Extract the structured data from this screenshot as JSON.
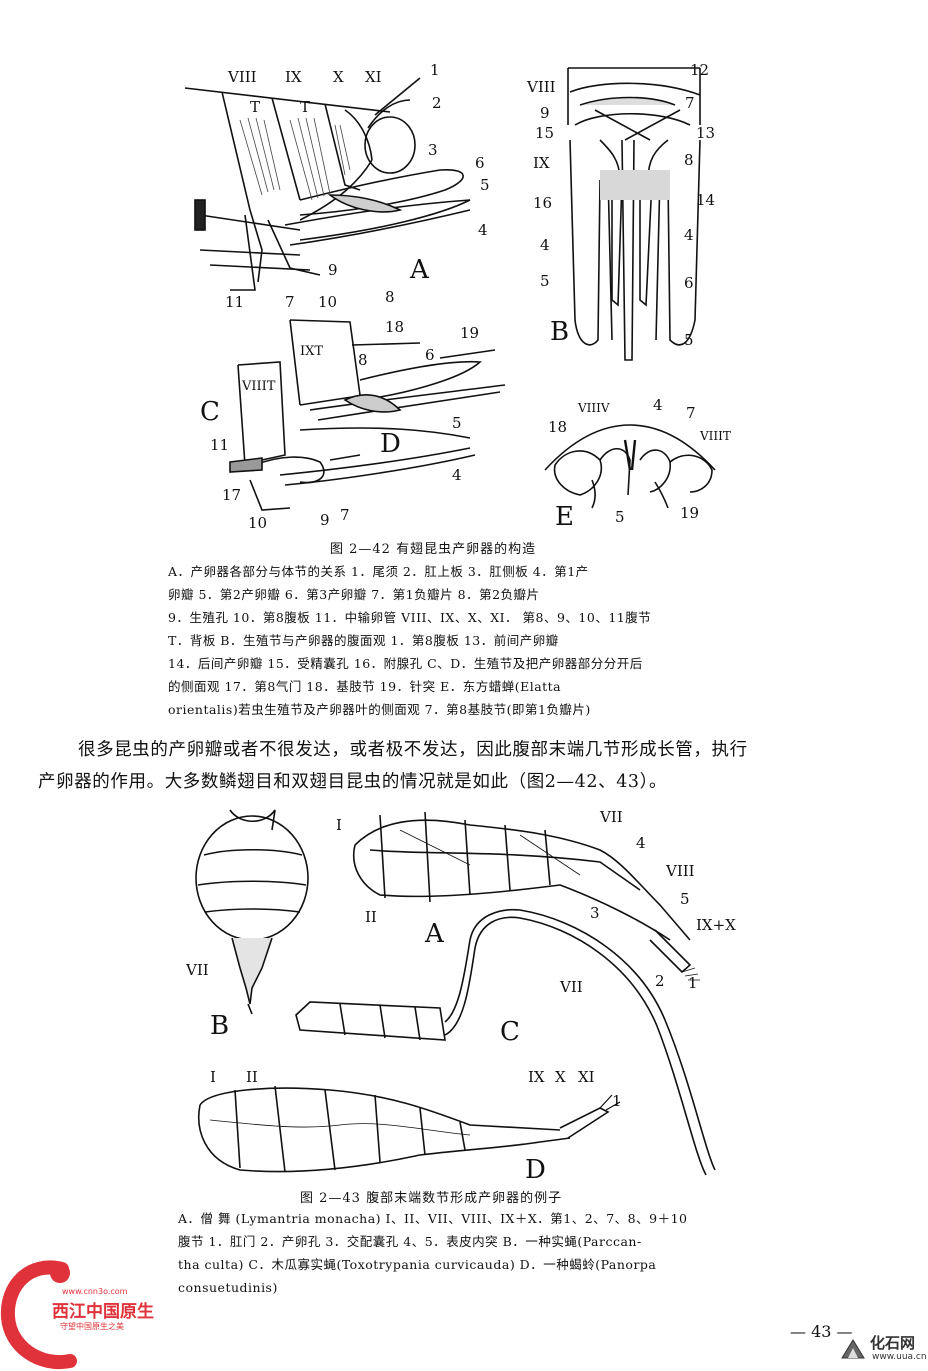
{
  "figure1": {
    "labels": {
      "roman_top": [
        "VIII",
        "IX",
        "X",
        "XI"
      ],
      "A_letter": "A",
      "B_letter": "B",
      "C_letter": "C",
      "D_letter": "D",
      "E_letter": "E",
      "A_nums": [
        "1",
        "2",
        "3",
        "6",
        "5",
        "4",
        "9",
        "11",
        "7",
        "10",
        "8"
      ],
      "A_T1": "T",
      "A_T2": "T",
      "B_nums": [
        "12",
        "9",
        "7",
        "15",
        "13",
        "8",
        "16",
        "14",
        "4",
        "4",
        "5",
        "6",
        "5"
      ],
      "B_roman1": "VIII",
      "B_roman2": "IX",
      "C_nums": [
        "18",
        "19",
        "8",
        "6",
        "5",
        "11",
        "17",
        "10",
        "9",
        "7",
        "4"
      ],
      "C_IXT": "IXT",
      "C_VIIIT": "VIIIT",
      "E_nums": [
        "4",
        "7",
        "18",
        "5",
        "19"
      ],
      "E_VIIIV": "VIIIV",
      "E_VIIIT": "VIIIT"
    },
    "caption_title": "图 2—42   有翅昆虫产卵器的构造",
    "legend_lines": [
      "A．产卵器各部分与体节的关系  1．尾须  2．肛上板  3．肛侧板  4．第1产",
      "卵瓣    5．第2产卵瓣    6．第3产卵瓣  7．第1负瓣片    8．第2负瓣片",
      "9．生殖孔  10．第8腹板  11．中输卵管 VIII、IX、X、XI． 第8、9、10、11腹节",
      "T．背板     B．生殖节与产卵器的腹面观    1．第8腹板      13．前间产卵瓣",
      "14．后间产卵瓣 15．受精囊孔  16．附腺孔  C、D．生殖节及把产卵器部分分开后",
      "的侧面观  17．第8气门     18．基肢节     19．针突    E．东方蜡蝉(Elatta",
      "orientalis)若虫生殖节及产卵器叶的侧面观  7．第8基肢节(即第1负瓣片)"
    ]
  },
  "paragraph_lines": [
    "很多昆虫的产卵瓣或者不很发达，或者极不发达，因此腹部末端几节形成长管，执行",
    "产卵器的作用。大多数鳞翅目和双翅目昆虫的情况就是如此（图2—42、43）。"
  ],
  "figure2": {
    "labels": {
      "A_letter": "A",
      "B_letter": "B",
      "C_letter": "C",
      "D_letter": "D",
      "A_marks": [
        "I",
        "II",
        "VII",
        "4",
        "VIII",
        "3",
        "5",
        "IX+X",
        "2",
        "1"
      ],
      "B_mark": "VII",
      "C_mark": "VII",
      "D_marks": [
        "I",
        "II",
        "IX",
        "X",
        "XI",
        "1"
      ]
    },
    "caption_title": "图 2—43   腹部末端数节形成产卵器的例子",
    "legend_lines": [
      "A．僧   舞   (Lymantria monacha)  I、II、VII、VIII、IX＋X．第1、2、7、8、9＋10",
      "腹节   1．肛门   2．产卵孔   3．交配囊孔   4、5．表皮内突   B．一种实蝇(Parccan-",
      "tha culta)   C．木瓜寡实蝇(Toxotrypania curvicauda)   D．一种蝎蛉(Panorpa",
      "consuetudinis)"
    ]
  },
  "page_number": "— 43 —",
  "watermarks": {
    "left_line1": "西江中国原生",
    "left_line2": "守望中国原生之美",
    "left_small": "www.cnn3o.com",
    "right_brand": "化石网",
    "right_url": "www.uua.cn"
  },
  "colors": {
    "ink": "#111111",
    "watermark_red": "#e0323a",
    "paper": "#ffffff"
  }
}
